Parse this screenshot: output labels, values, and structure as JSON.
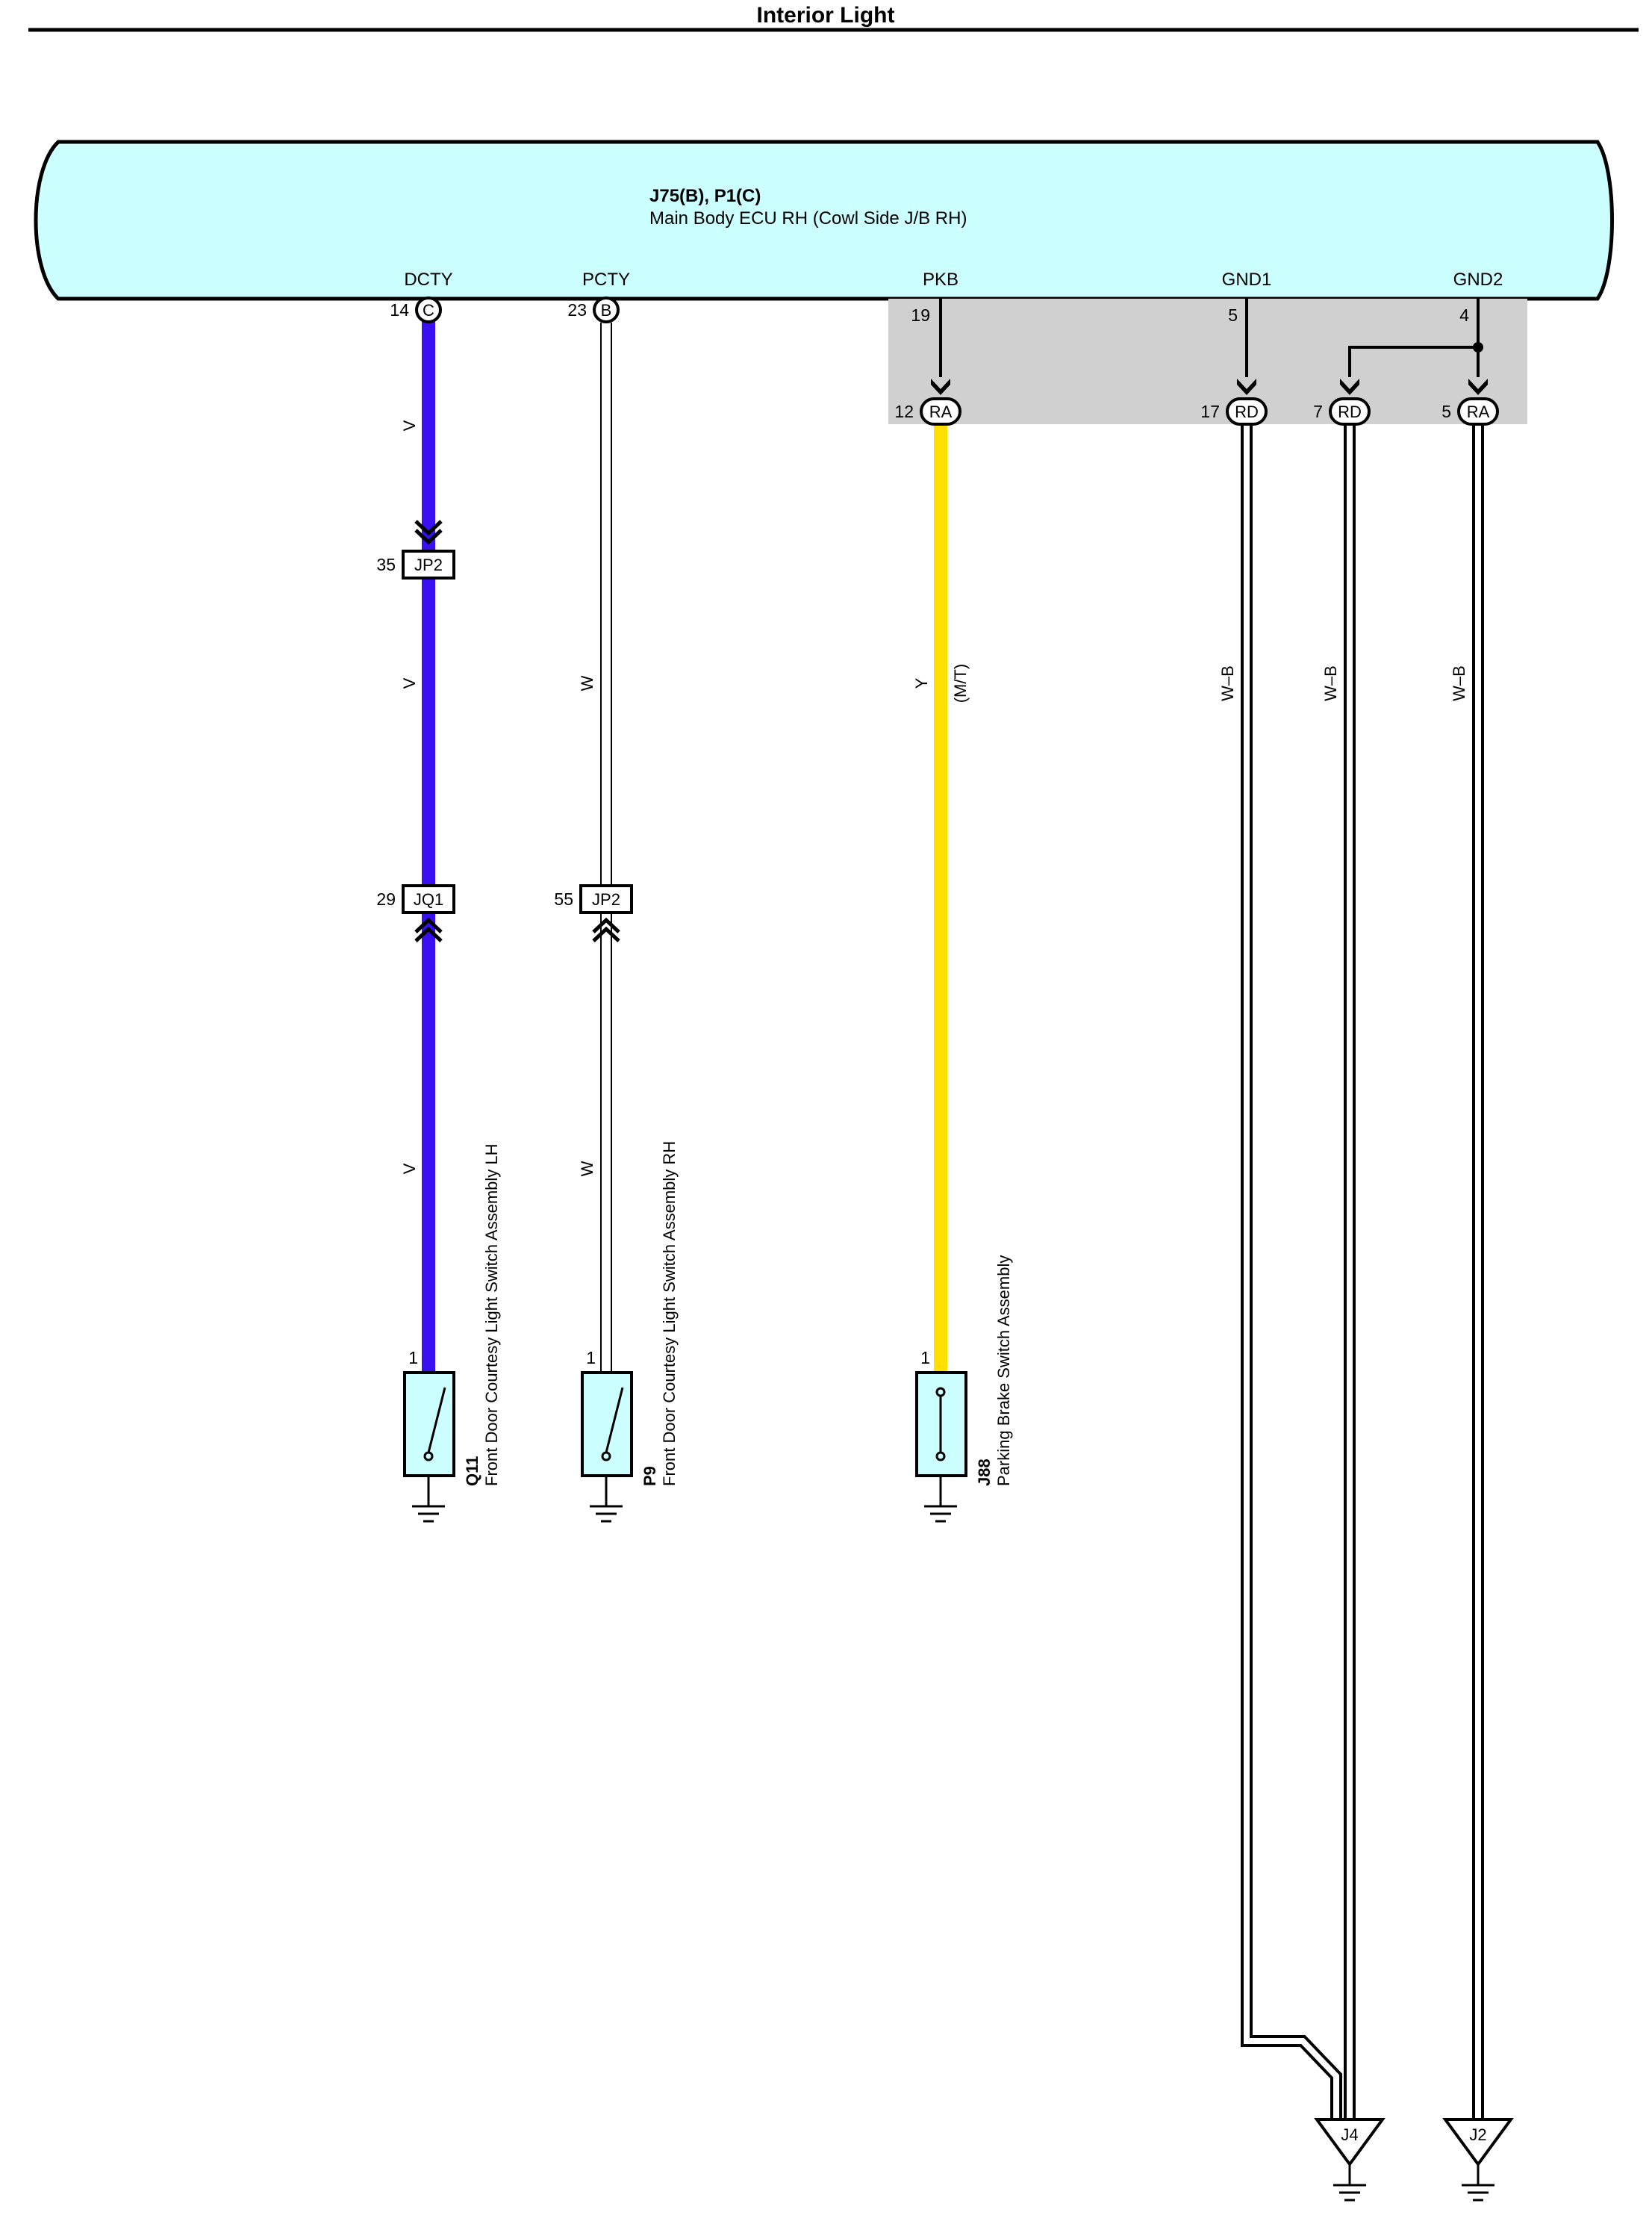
{
  "title": "Interior Light",
  "ecu": {
    "connectors": "J75(B), P1(C)",
    "name": "Main Body ECU RH (Cowl Side J/B RH)",
    "terminals": [
      "DCTY",
      "PCTY",
      "PKB",
      "GND1",
      "GND2"
    ]
  },
  "pins": {
    "dcty_pin": "14",
    "dcty_conn": "C",
    "pcty_pin": "23",
    "pcty_conn": "B",
    "pkb_pin": "19",
    "gnd1_pin": "5",
    "gnd2_pin": "4",
    "ra12_pin": "12",
    "ra12_label": "RA",
    "rd17_pin": "17",
    "rd17_label": "RD",
    "rd7_pin": "7",
    "rd7_label": "RD",
    "ra5_pin": "5",
    "ra5_label": "RA"
  },
  "junctions": {
    "jp2_top_pin": "35",
    "jp2_top_label": "JP2",
    "jq1_pin": "29",
    "jq1_label": "JQ1",
    "jp2_mid_pin": "55",
    "jp2_mid_label": "JP2"
  },
  "wire_colors": {
    "v": "V",
    "w": "W",
    "y": "Y",
    "mt": "(M/T)",
    "wb": "W–B",
    "v_hex": "#3a0ff0",
    "y_hex": "#ffe000",
    "w_hex": "#ffffff",
    "ecu_fill": "#ccffff",
    "shade_fill": "#d0d0d0",
    "switch_fill": "#ccffff"
  },
  "components": [
    {
      "pin": "1",
      "id": "Q11",
      "name": "Front Door Courtesy Light Switch Assembly LH"
    },
    {
      "pin": "1",
      "id": "P9",
      "name": "Front Door Courtesy Light Switch Assembly RH"
    },
    {
      "pin": "1",
      "id": "J88",
      "name": "Parking Brake Switch Assembly"
    }
  ],
  "grounds": [
    "J4",
    "J2"
  ]
}
